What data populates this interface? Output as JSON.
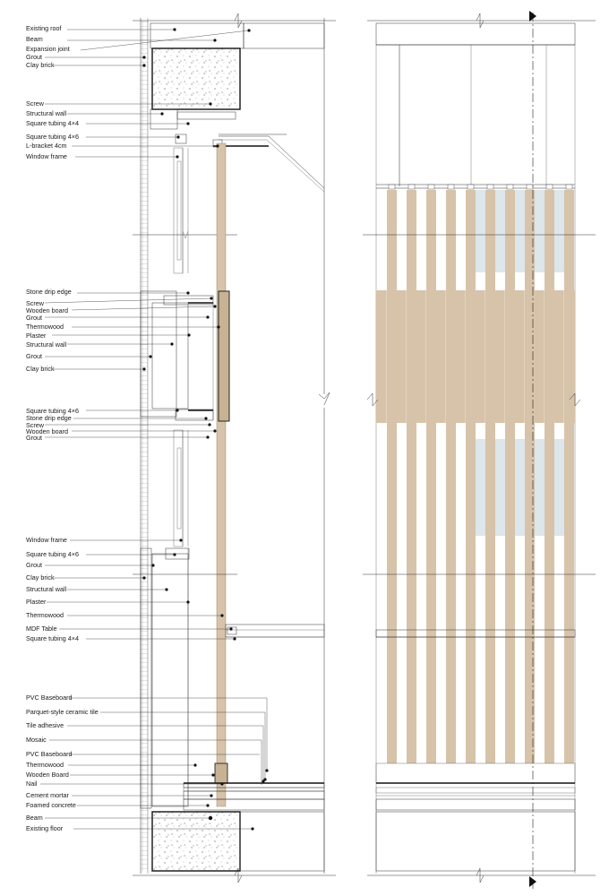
{
  "section": {
    "labels": [
      "Existing roof",
      "Beam",
      "Expansion joint",
      "Grout",
      "Clay brick",
      "Screw",
      "Structural wall",
      "Square tubing 4×4",
      "Square tubing 4×6",
      "L-bracket 4cm",
      "Window frame",
      "Stone drip edge",
      "Screw",
      "Wooden board",
      "Grout",
      "Thermowood",
      "Plaster",
      "Structural wall",
      "Grout",
      "Clay brick",
      "Square tubing 4×6",
      "Stone drip edge",
      "Screw",
      "Wooden board",
      "Grout",
      "Window frame",
      "Square tubing 4×6",
      "Grout",
      "Clay brick",
      "Structural wall",
      "Plaster",
      "Thermowood",
      "MDF Table",
      "Square tubing 4×4",
      "PVC Baseboard",
      "Parquet-style ceramic tile",
      "Tile adhesive",
      "Mosaic",
      "PVC Baseboard",
      "Thermowood",
      "Wooden Board",
      "Nail",
      "Cement mortar",
      "Foamed concrete",
      "Beam",
      "Existing floor"
    ]
  },
  "colors": {
    "wood": "#d6c3a9",
    "wood_dark": "#c8b294",
    "glass": "#dde6ea",
    "concrete_fill": "#ffffff",
    "line": "#111111"
  }
}
